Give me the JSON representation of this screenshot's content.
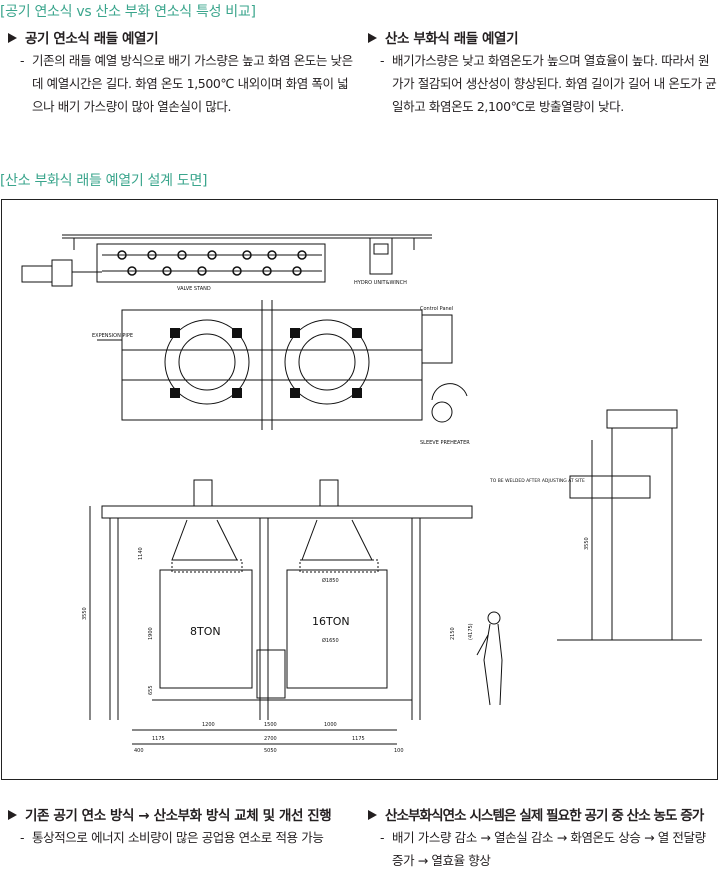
{
  "section1_title": "[공기 연소식 vs 산소 부화 연소식 특성 비교]",
  "section2_title": "[산소 부화식 래들 예열기 설계 도면]",
  "top_left": {
    "heading": "공기 연소식 래들 예열기",
    "body": "기존의 래들 예열 방식으로 배기 가스량은 높고 화염 온도는 낮은데 예열시간은 길다. 화염 온도 1,500℃ 내외이며 화염 폭이 넓으나 배기 가스량이 많아 열손실이 많다."
  },
  "top_right": {
    "heading": "산소 부화식 래들 예열기",
    "body": "배기가스량은 낮고 화염온도가 높으며 열효율이 높다. 따라서 원가가 절감되어 생산성이 향상된다. 화염 길이가 길어 내 온도가 균일하고 화염온도 2,100℃로 방출열량이 낮다."
  },
  "bottom_left": {
    "heading": "기존 공기 연소 방식 → 산소부화 방식 교체 및 개선 진행",
    "body": "통상적으로 에너지 소비량이 많은 공업용 연소로 적용 가능"
  },
  "bottom_right": {
    "heading": "산소부화식연소 시스템은 실제 필요한 공기 중 산소 농도 증가",
    "body": "배기 가스량 감소 → 열손실 감소 → 화염온도 상승 → 열 전달량 증가 → 열효율 향상"
  },
  "drawing": {
    "valve_stand": "VALVE STAND",
    "hydro_unit": "HYDRO UNIT&WINCH",
    "control_panel": "Control Panel",
    "expension": "EXPENSION PIPE",
    "sleeve": "SLEEVE PREHEATER",
    "weld_note": "TO BE WELDED AFTER ADJUSTING AT SITE",
    "ladle1": "8TON",
    "ladle2": "16TON",
    "d_1850": "Ø1850",
    "d_1650": "Ø1650",
    "dim_1200": "1200",
    "dim_1500": "1500",
    "dim_1000": "1000",
    "dim_1175a": "1175",
    "dim_2700": "2700",
    "dim_1175b": "1175",
    "dim_400": "400",
    "dim_5050": "5050",
    "dim_100": "100",
    "dim_3550": "3550",
    "dim_3550b": "3550",
    "dim_1140": "1140",
    "dim_1900": "1900",
    "dim_655": "655",
    "dim_2150": "2150",
    "dim_4175": "(4175)"
  }
}
